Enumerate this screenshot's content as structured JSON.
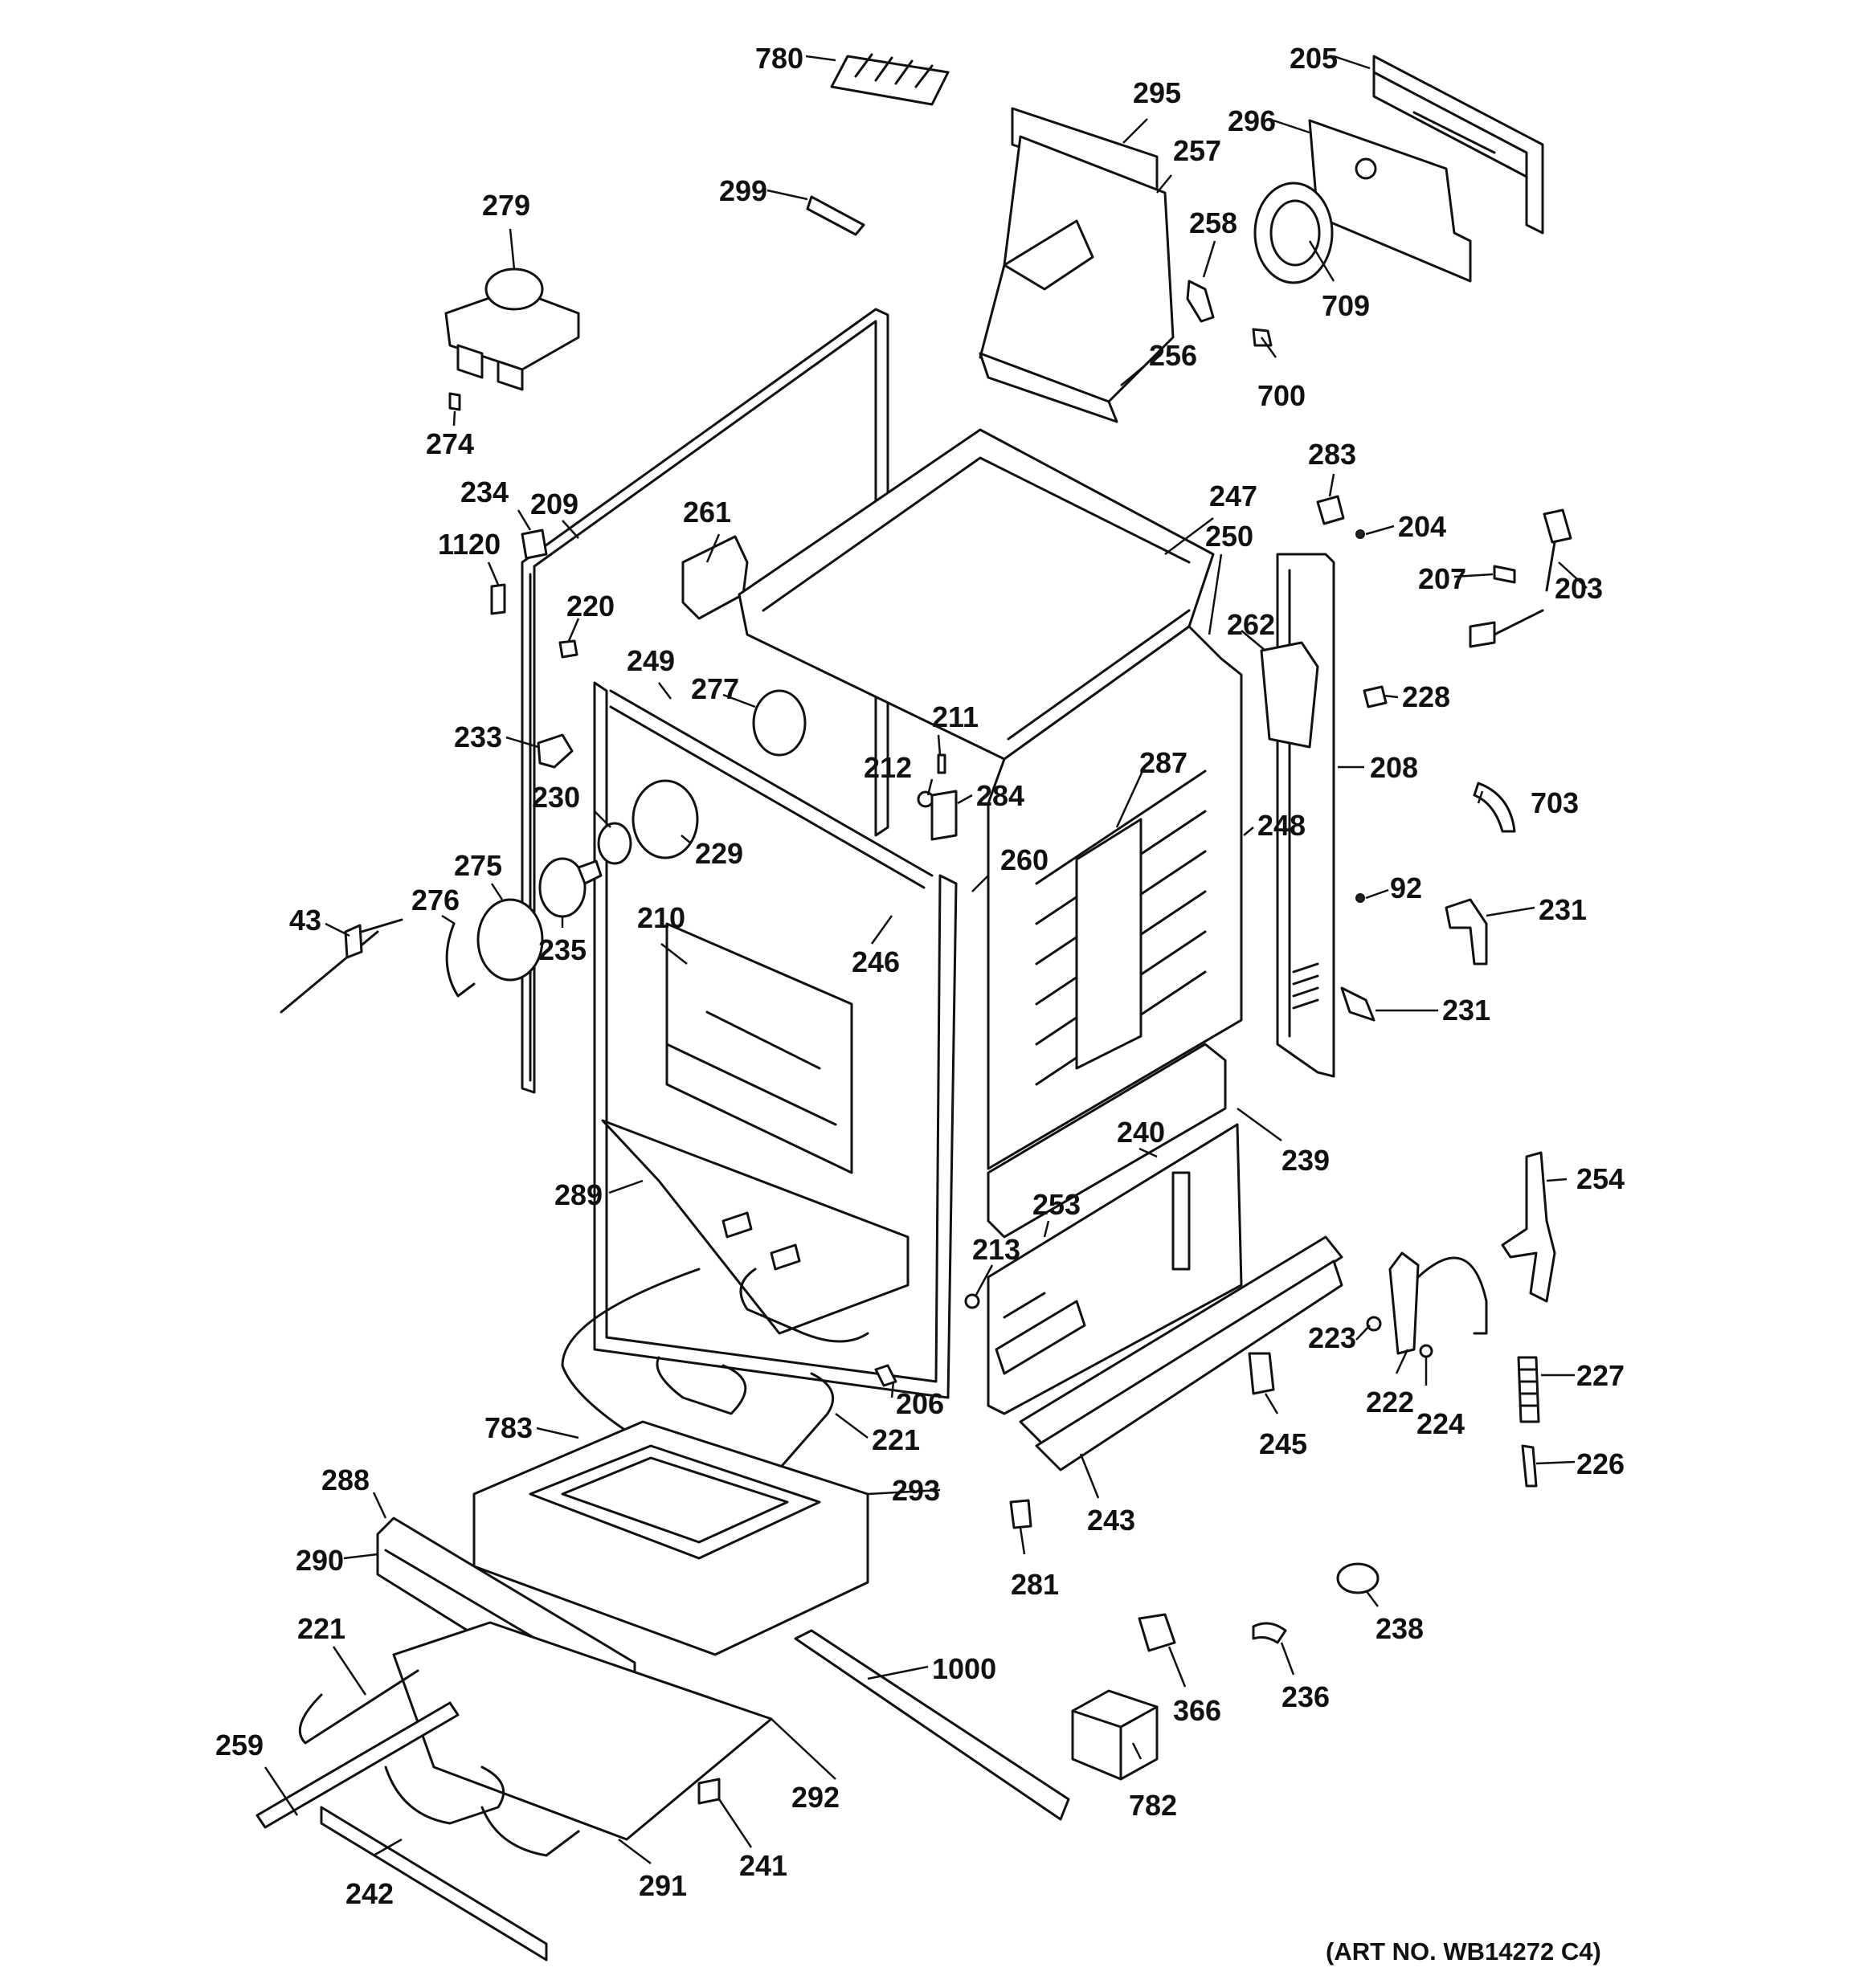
{
  "labels": {
    "p780": "780",
    "p295": "295",
    "p205": "205",
    "p296": "296",
    "p257": "257",
    "p299": "299",
    "p258": "258",
    "p709": "709",
    "p279": "279",
    "p256": "256",
    "p700": "700",
    "p274": "274",
    "p283": "283",
    "p234": "234",
    "p209": "209",
    "p247": "247",
    "p204": "204",
    "p261": "261",
    "p1120": "1120",
    "p250": "250",
    "p207": "207",
    "p203": "203",
    "p220": "220",
    "p262": "262",
    "p249": "249",
    "p277": "277",
    "p228": "228",
    "p211": "211",
    "p233": "233",
    "p208": "208",
    "p287": "287",
    "p212": "212",
    "p284": "284",
    "p703": "703",
    "p230": "230",
    "p248": "248",
    "p229": "229",
    "p275": "275",
    "p260": "260",
    "p92": "92",
    "p43": "43",
    "p276": "276",
    "p231a": "231",
    "p210": "210",
    "p235": "235",
    "p246": "246",
    "p231b": "231",
    "p239": "239",
    "p240": "240",
    "p254": "254",
    "p289": "289",
    "p253": "253",
    "p213": "213",
    "p227": "227",
    "p223": "223",
    "p206": "206",
    "p222": "222",
    "p224": "224",
    "p783": "783",
    "p221a": "221",
    "p245": "245",
    "p226": "226",
    "p293": "293",
    "p288": "288",
    "p243": "243",
    "p281": "281",
    "p290": "290",
    "p238": "238",
    "p221b": "221",
    "p1000": "1000",
    "p366": "366",
    "p236": "236",
    "p259": "259",
    "p292": "292",
    "p782": "782",
    "p241": "241",
    "p242": "242",
    "p291": "291"
  },
  "art_number": "(ART NO. WB14272 C4)"
}
